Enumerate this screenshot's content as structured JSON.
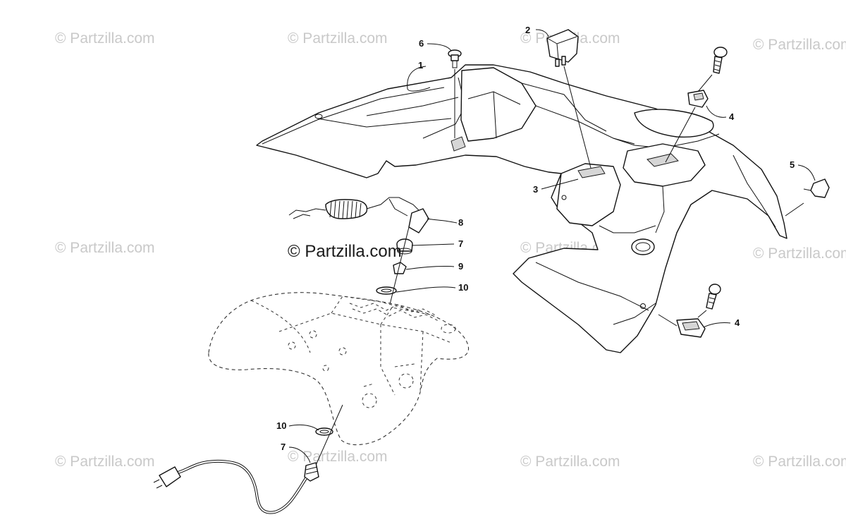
{
  "watermark": {
    "text": "© Partzilla.com",
    "main_text": "© Partzilla.com"
  },
  "callouts": {
    "c1": "1",
    "c2": "2",
    "c3": "3",
    "c4a": "4",
    "c4b": "4",
    "c5": "5",
    "c6": "6",
    "c7a": "7",
    "c7b": "7",
    "c8": "8",
    "c9": "9",
    "c10a": "10",
    "c10b": "10"
  },
  "colors": {
    "line": "#111111",
    "watermark": "#c9c9c9",
    "background": "#ffffff"
  }
}
